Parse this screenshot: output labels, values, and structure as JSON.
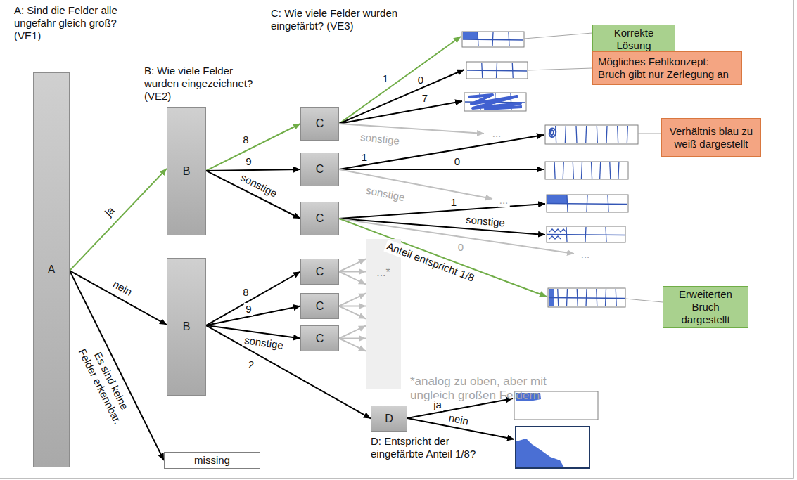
{
  "diagram": {
    "nodes": [
      {
        "text": [
          "A"
        ]
      },
      {
        "text": [
          "B"
        ]
      },
      {
        "text": [
          "B"
        ]
      },
      {
        "text": [
          "C"
        ]
      },
      {
        "text": [
          "C"
        ]
      },
      {
        "text": [
          "C"
        ]
      },
      {
        "text": [
          "C"
        ]
      },
      {
        "text": [
          "C"
        ]
      },
      {
        "text": [
          "C"
        ]
      },
      {
        "text": [
          "D"
        ]
      },
      {
        "text": [
          "missing"
        ]
      },
      {
        "text": [
          "...*"
        ]
      },
      {
        "text": [
          "Korrekte Lösung"
        ]
      },
      {
        "text": [
          "Mögliches Fehlkonzept: Bruch gibt nur Zerlegung an"
        ]
      },
      {
        "text": [
          "Verhältnis blau zu weiß dargestellt"
        ]
      },
      {
        "text": [
          "Erweiterten Bruch dargestellt"
        ]
      }
    ],
    "edges": [
      {
        "from": 0,
        "to": 1,
        "label": "ja",
        "arrow": "to"
      },
      {
        "from": 0,
        "to": 2,
        "label": "nein",
        "arrow": "to"
      },
      {
        "from": 0,
        "to": 10,
        "label": "Es sind keine Felder erkennbar.",
        "arrow": "to"
      },
      {
        "from": 1,
        "to": 3,
        "label": "8",
        "arrow": "to"
      },
      {
        "from": 1,
        "to": 4,
        "label": "9",
        "arrow": "to"
      },
      {
        "from": 1,
        "to": 5,
        "label": "sonstige",
        "arrow": "to"
      },
      {
        "from": 2,
        "to": 6,
        "label": "8",
        "arrow": "to"
      },
      {
        "from": 2,
        "to": 7,
        "label": "9",
        "arrow": "to"
      },
      {
        "from": 2,
        "to": 8,
        "label": "sonstige",
        "arrow": "to"
      },
      {
        "from": 2,
        "to": 9,
        "label": "2",
        "arrow": "to"
      },
      {
        "from": 6,
        "to": 11,
        "arrow": "to"
      },
      {
        "from": 7,
        "to": 11,
        "arrow": "to"
      },
      {
        "from": 8,
        "to": 11,
        "arrow": "to"
      }
    ],
    "labels": [
      "A: Sind die Felder alle ungefähr gleich groß? (VE1)",
      "B: Wie viele Felder wurden eingezeichnet? (VE2)",
      "C: Wie viele Felder wurden eingefärbt? (VE3)",
      "1",
      "0",
      "7",
      "sonstige",
      "...",
      "1",
      "0",
      "sonstige",
      "...",
      "1",
      "sonstige",
      "0",
      "...",
      "Anteil entspricht 1/8",
      "*analog zu oben, aber mit ungleich großen Feldern",
      "D: Entspricht der eingefärbte Anteil 1/8?",
      "ja",
      "nein"
    ]
  }
}
